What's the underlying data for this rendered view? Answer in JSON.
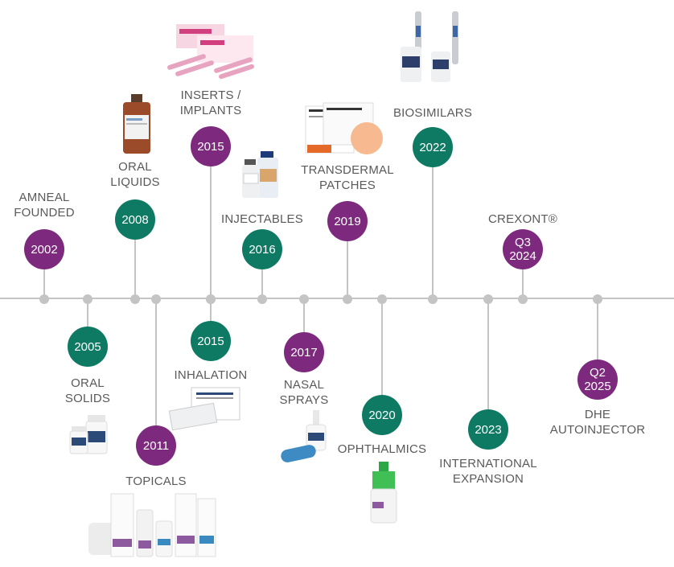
{
  "colors": {
    "purple": "#7d2a7e",
    "green": "#0f7a63",
    "axis": "#c4c4c4",
    "text": "#5a5a5a"
  },
  "milestones": [
    {
      "id": "m2002",
      "badge": [
        "2002"
      ],
      "label": [
        "AMNEAL",
        "FOUNDED"
      ],
      "color": "purple",
      "side": "above"
    },
    {
      "id": "m2005",
      "badge": [
        "2005"
      ],
      "label": [
        "ORAL",
        "SOLIDS"
      ],
      "color": "green",
      "side": "below"
    },
    {
      "id": "m2008",
      "badge": [
        "2008"
      ],
      "label": [
        "ORAL",
        "LIQUIDS"
      ],
      "color": "green",
      "side": "above"
    },
    {
      "id": "m2011",
      "badge": [
        "2011"
      ],
      "label": [
        "TOPICALS"
      ],
      "color": "purple",
      "side": "below"
    },
    {
      "id": "m2015a",
      "badge": [
        "2015"
      ],
      "label": [
        "INSERTS /",
        "IMPLANTS"
      ],
      "color": "purple",
      "side": "above"
    },
    {
      "id": "m2015b",
      "badge": [
        "2015"
      ],
      "label": [
        "INHALATION"
      ],
      "color": "green",
      "side": "below"
    },
    {
      "id": "m2016",
      "badge": [
        "2016"
      ],
      "label": [
        "INJECTABLES"
      ],
      "color": "green",
      "side": "above"
    },
    {
      "id": "m2017",
      "badge": [
        "2017"
      ],
      "label": [
        "NASAL",
        "SPRAYS"
      ],
      "color": "purple",
      "side": "below"
    },
    {
      "id": "m2019",
      "badge": [
        "2019"
      ],
      "label": [
        "TRANSDERMAL",
        "PATCHES"
      ],
      "color": "purple",
      "side": "above"
    },
    {
      "id": "m2020",
      "badge": [
        "2020"
      ],
      "label": [
        "OPHTHALMICS"
      ],
      "color": "green",
      "side": "below"
    },
    {
      "id": "m2022",
      "badge": [
        "2022"
      ],
      "label": [
        "BIOSIMILARS"
      ],
      "color": "green",
      "side": "above"
    },
    {
      "id": "m2023",
      "badge": [
        "2023"
      ],
      "label": [
        "INTERNATIONAL",
        "EXPANSION"
      ],
      "color": "green",
      "side": "below"
    },
    {
      "id": "m2024",
      "badge": [
        "Q3",
        "2024"
      ],
      "label": [
        "CREXONT®"
      ],
      "color": "purple",
      "side": "above"
    },
    {
      "id": "m2025",
      "badge": [
        "Q2",
        "2025"
      ],
      "label": [
        "DHE",
        "AUTOINJECTOR"
      ],
      "color": "purple",
      "side": "below"
    }
  ]
}
